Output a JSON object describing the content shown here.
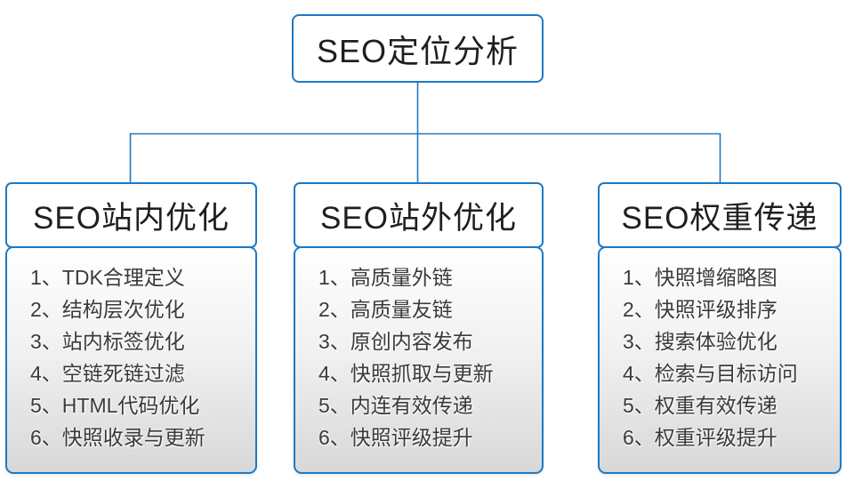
{
  "diagram": {
    "root": {
      "title": "SEO定位分析"
    },
    "columns": [
      {
        "title": "SEO站内优化",
        "items": [
          "1、TDK合理定义",
          "2、结构层次优化",
          "3、站内标签优化",
          "4、空链死链过滤",
          "5、HTML代码优化",
          "6、快照收录与更新"
        ]
      },
      {
        "title": "SEO站外优化",
        "items": [
          "1、高质量外链",
          "2、高质量友链",
          "3、原创内容发布",
          "4、快照抓取与更新",
          "5、内连有效传递",
          "6、快照评级提升"
        ]
      },
      {
        "title": "SEO权重传递",
        "items": [
          "1、快照增缩略图",
          "2、快照评级排序",
          "3、搜索体验优化",
          "4、检索与目标访问",
          "5、权重有效传递",
          "6、权重评级提升"
        ]
      }
    ]
  },
  "colors": {
    "line-blue": "#1d79c5",
    "text-dark": "#1f1f1f",
    "item-text": "#3a3a3a",
    "panel-top": "#ffffff",
    "panel-bottom": "#d8d8d8"
  }
}
